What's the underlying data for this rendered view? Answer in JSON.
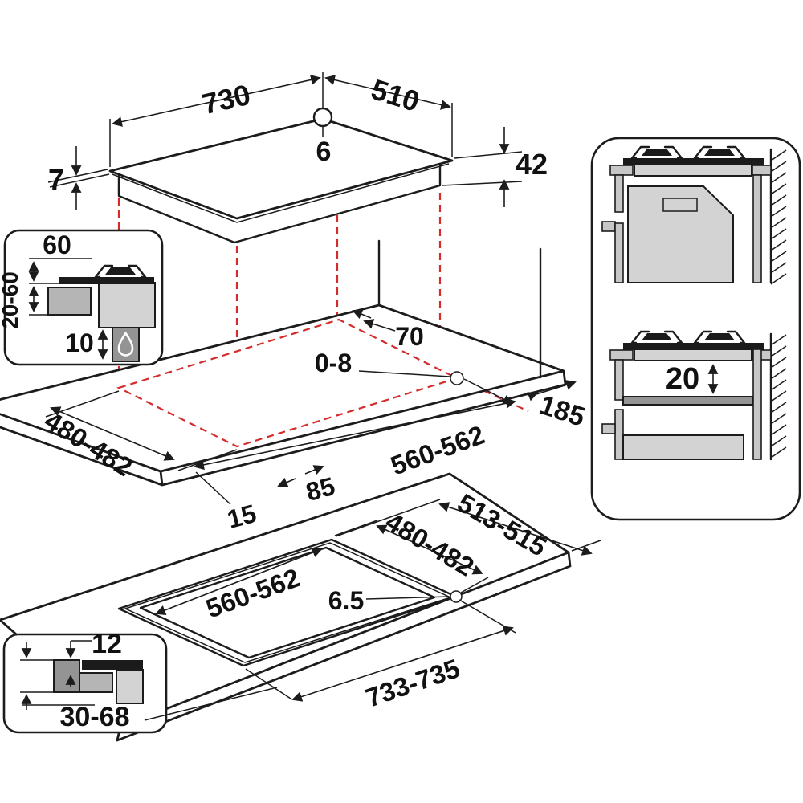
{
  "diagram_title": "Hob installation dimensions diagram",
  "labels": {
    "hob": {
      "width": "730",
      "depth": "510",
      "hole": "6",
      "body_height": "42",
      "glass_thickness": "7"
    },
    "clearance_inset": {
      "overhang": "60",
      "range_below": "20-60",
      "bottom_gap": "10"
    },
    "top_cutout": {
      "back_gap": "70",
      "hole_play": "0-8",
      "side_margin": "185",
      "cutout_depth": "480-482",
      "cutout_width": "560-562",
      "front_strip": "85",
      "side_strip": "15"
    },
    "flush_cutout": {
      "outer_depth": "513-515",
      "inner_depth": "480-482",
      "inner_width": "560-562",
      "corner_radius": "6.5",
      "outer_width": "733-735"
    },
    "flush_inset": {
      "step_depth": "12",
      "worktop_range": "30-68"
    },
    "side_view_inset": {
      "shelf_gap": "20"
    }
  },
  "icons": {
    "flame": "gas-flame-icon",
    "hole_marker": "drill-hole-circle",
    "wall": "wall-hatch"
  },
  "colors": {
    "line": "#1c1c1c",
    "projection_red": "#d42b2b",
    "gray_light": "#d3d3d3",
    "gray_mid": "#b5b5b5",
    "gray_dark": "#949494",
    "black_fill": "#1b1b1b",
    "background": "#ffffff"
  }
}
